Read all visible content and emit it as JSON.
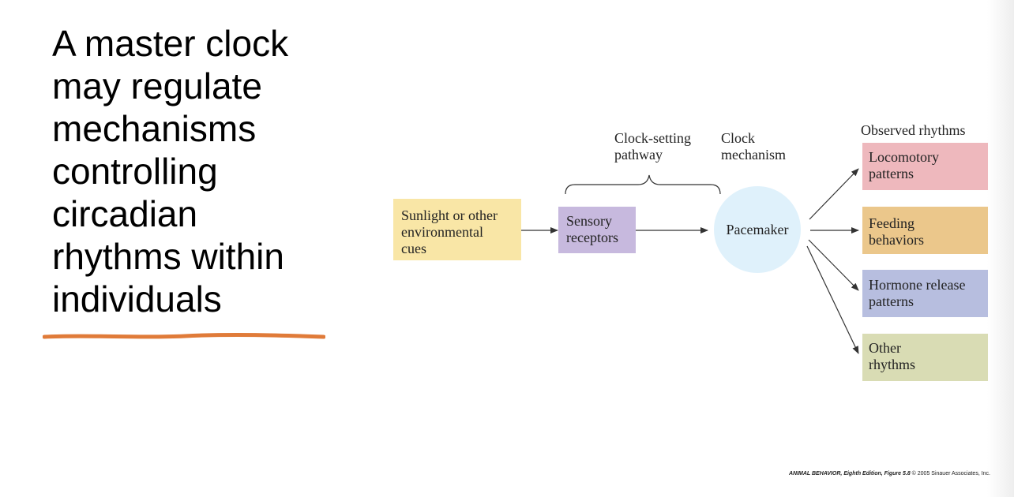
{
  "slide": {
    "title": "A master clock\nmay regulate\nmechanisms\ncontrolling\ncircadian\nrhythms within\nindividuals",
    "underline_color": "#e07b39"
  },
  "diagram": {
    "headers": {
      "clock_setting": [
        "Clock-setting",
        "pathway"
      ],
      "clock_mechanism": [
        "Clock",
        "mechanism"
      ],
      "observed": "Observed rhythms"
    },
    "input": {
      "lines": [
        "Sunlight or other",
        "environmental",
        "cues"
      ],
      "color": "#f9e6a6"
    },
    "receptors": {
      "lines": [
        "Sensory",
        "receptors"
      ],
      "color": "#c7b9de"
    },
    "pacemaker": {
      "label": "Pacemaker",
      "color": "#dff1fb"
    },
    "outputs": [
      {
        "lines": [
          "Locomotory",
          "patterns"
        ],
        "color": "#eeb8bd"
      },
      {
        "lines": [
          "Feeding",
          "behaviors"
        ],
        "color": "#ebc78b"
      },
      {
        "lines": [
          "Hormone release",
          "patterns"
        ],
        "color": "#b7bedf"
      },
      {
        "lines": [
          "Other",
          "rhythms"
        ],
        "color": "#d9dcb4"
      }
    ]
  },
  "credit": {
    "book": "ANIMAL BEHAVIOR, Eighth Edition, Figure 5.8",
    "copyright": "© 2005 Sinauer Associates, Inc."
  }
}
